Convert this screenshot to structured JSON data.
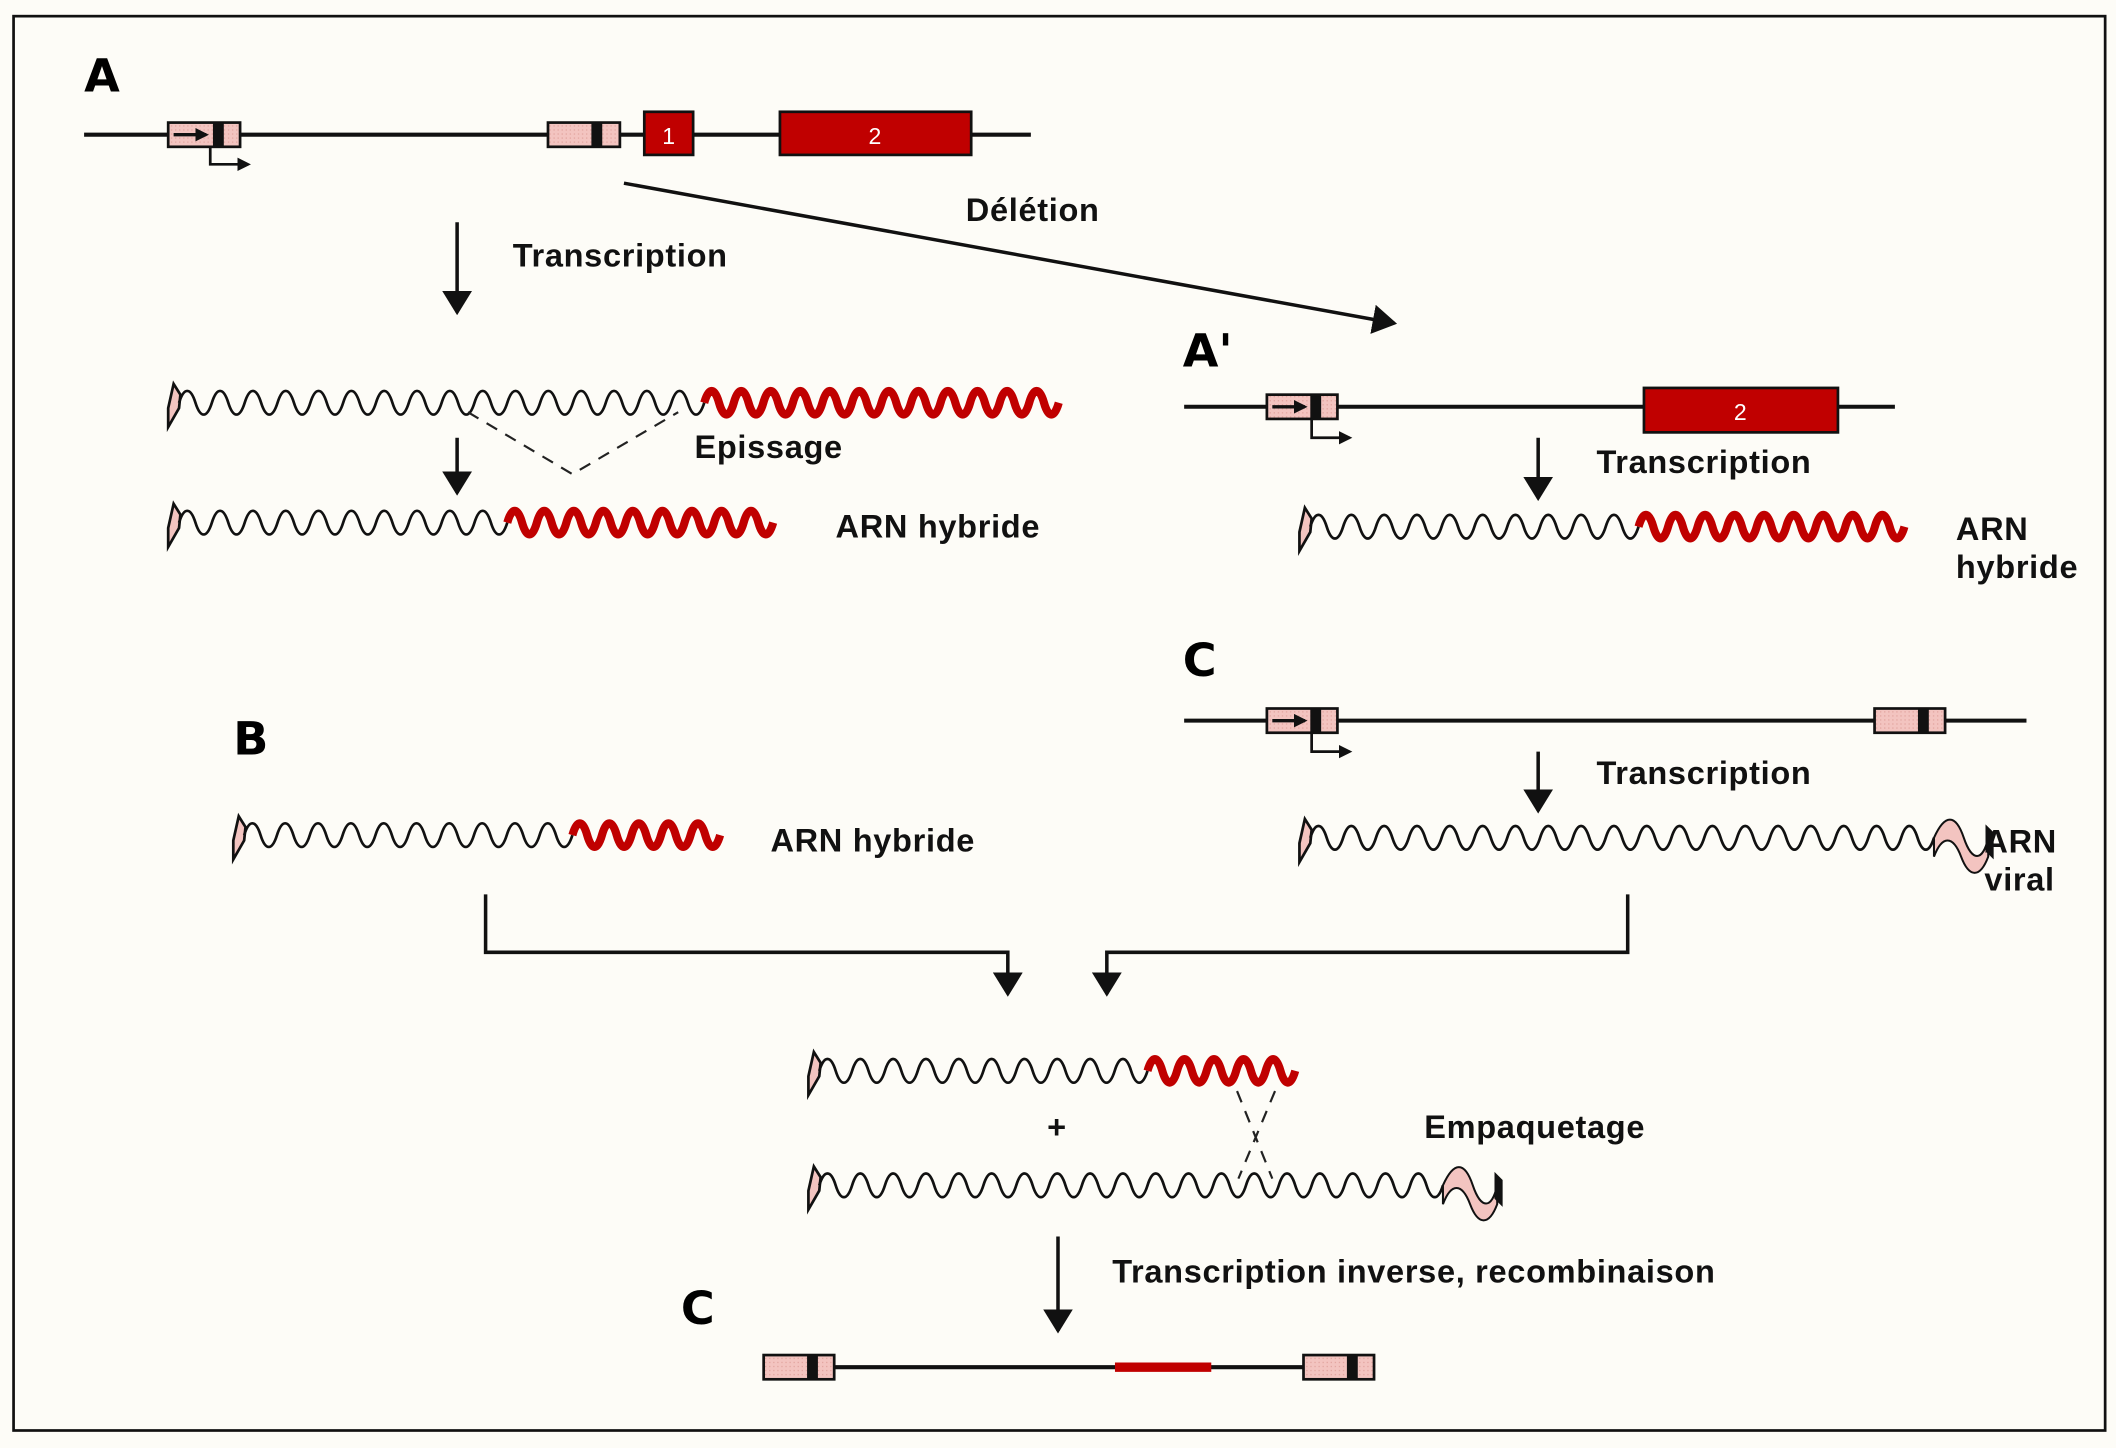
{
  "colors": {
    "exon": "#c00000",
    "ltr": "#f3c4c0",
    "ink": "#111111",
    "background": "#fdfcf7"
  },
  "panels": {
    "A": "A",
    "A_prime": "A'",
    "B": "B",
    "C_top": "C",
    "C_bottom": "C"
  },
  "exons": {
    "exon1": "1",
    "exon2": "2",
    "exon2_deleted": "2"
  },
  "steps": {
    "transcription_A": "Transcription",
    "deletion": "Délétion",
    "splicing": "Epissage",
    "transcription_A_prime": "Transcription",
    "transcription_C": "Transcription",
    "packaging": "Empaquetage",
    "plus": "+",
    "reverse_transcription": "Transcription inverse, recombinaison"
  },
  "rna_labels": {
    "A_hybrid": "ARN hybride",
    "A_prime_hybrid_line1": "ARN",
    "A_prime_hybrid_line2": "hybride",
    "B_hybrid": "ARN hybride",
    "C_viral_line1": "ARN",
    "C_viral_line2": "viral"
  },
  "rna_strands": [
    {
      "name": "rna-A-primary",
      "black_waves": 16,
      "red_waves": 12,
      "viral_end": false
    },
    {
      "name": "rna-A-spliced",
      "black_waves": 10,
      "red_waves": 9,
      "viral_end": false
    },
    {
      "name": "rna-A-prime",
      "black_waves": 10,
      "red_waves": 9,
      "viral_end": false
    },
    {
      "name": "rna-B-hybrid",
      "black_waves": 10,
      "red_waves": 5,
      "viral_end": false
    },
    {
      "name": "rna-C-viral",
      "black_waves": 19,
      "red_waves": 0,
      "viral_end": true
    },
    {
      "name": "rna-pack-hybrid",
      "black_waves": 10,
      "red_waves": 5,
      "viral_end": false
    },
    {
      "name": "rna-pack-viral",
      "black_waves": 19,
      "red_waves": 0,
      "viral_end": true
    }
  ]
}
